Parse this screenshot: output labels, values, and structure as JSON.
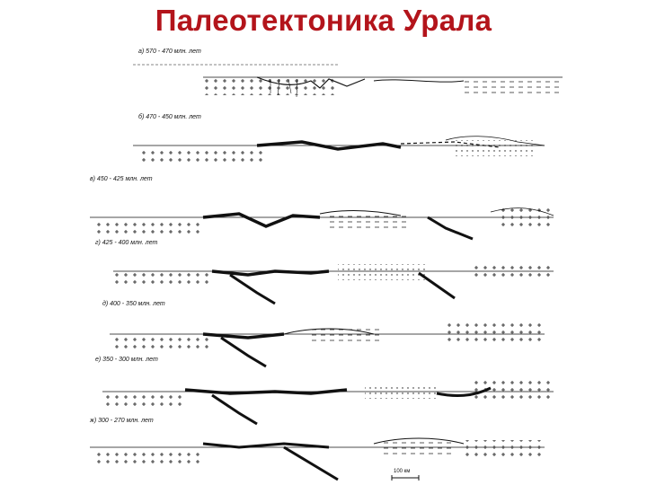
{
  "slide": {
    "title": "Палеотектоника Урала"
  },
  "colors": {
    "title": "#b3141b",
    "ink": "#111111",
    "paper": "#ffffff"
  },
  "stages": [
    {
      "label": "а) 570 - 470 млн. лет"
    },
    {
      "label": "б) 470 - 450 млн. лет"
    },
    {
      "label": "в) 450 - 425 млн. лет"
    },
    {
      "label": "г) 425 - 400 млн. лет"
    },
    {
      "label": "д) 400 - 350 млн. лет"
    },
    {
      "label": "е) 350 - 300 млн. лет"
    },
    {
      "label": "ж) 300 - 270 млн. лет"
    }
  ],
  "scale_bar": {
    "label": "100 км"
  }
}
